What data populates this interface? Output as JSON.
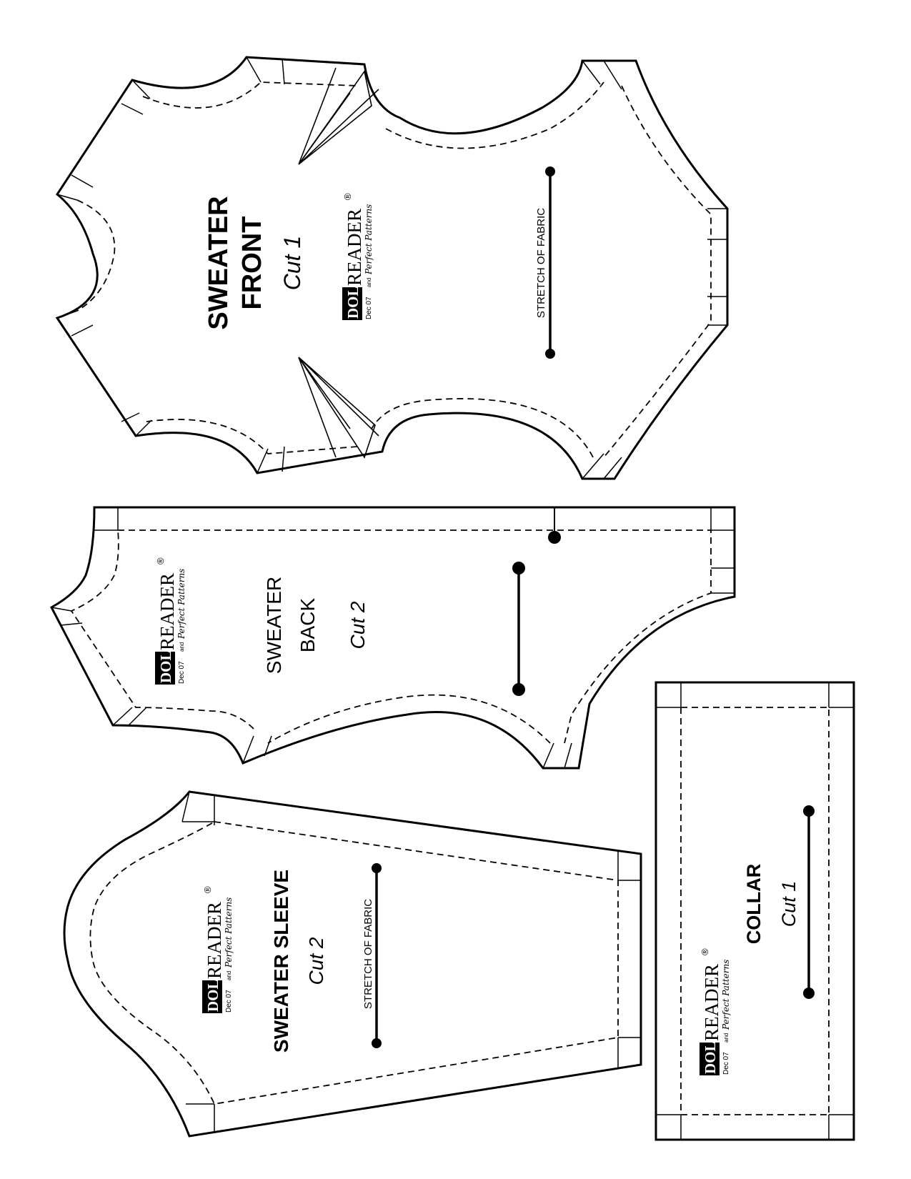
{
  "pieces": {
    "front": {
      "title": "SWEATER",
      "subtitle": "FRONT",
      "cut": "Cut 1",
      "grain_label": "STRETCH OF FABRIC"
    },
    "back": {
      "title": "SWEATER",
      "subtitle": "BACK",
      "cut": "Cut 2"
    },
    "sleeve": {
      "title": "SWEATER SLEEVE",
      "cut": "Cut 2",
      "grain_label": "STRETCH OF FABRIC"
    },
    "collar": {
      "title": "COLLAR",
      "cut": "Cut 1"
    }
  },
  "logo": {
    "doll": "DOLL",
    "reader": "READER",
    "registered": "®",
    "issue": "Dec 07",
    "and": "and",
    "partner": "Perfect Patterns"
  }
}
